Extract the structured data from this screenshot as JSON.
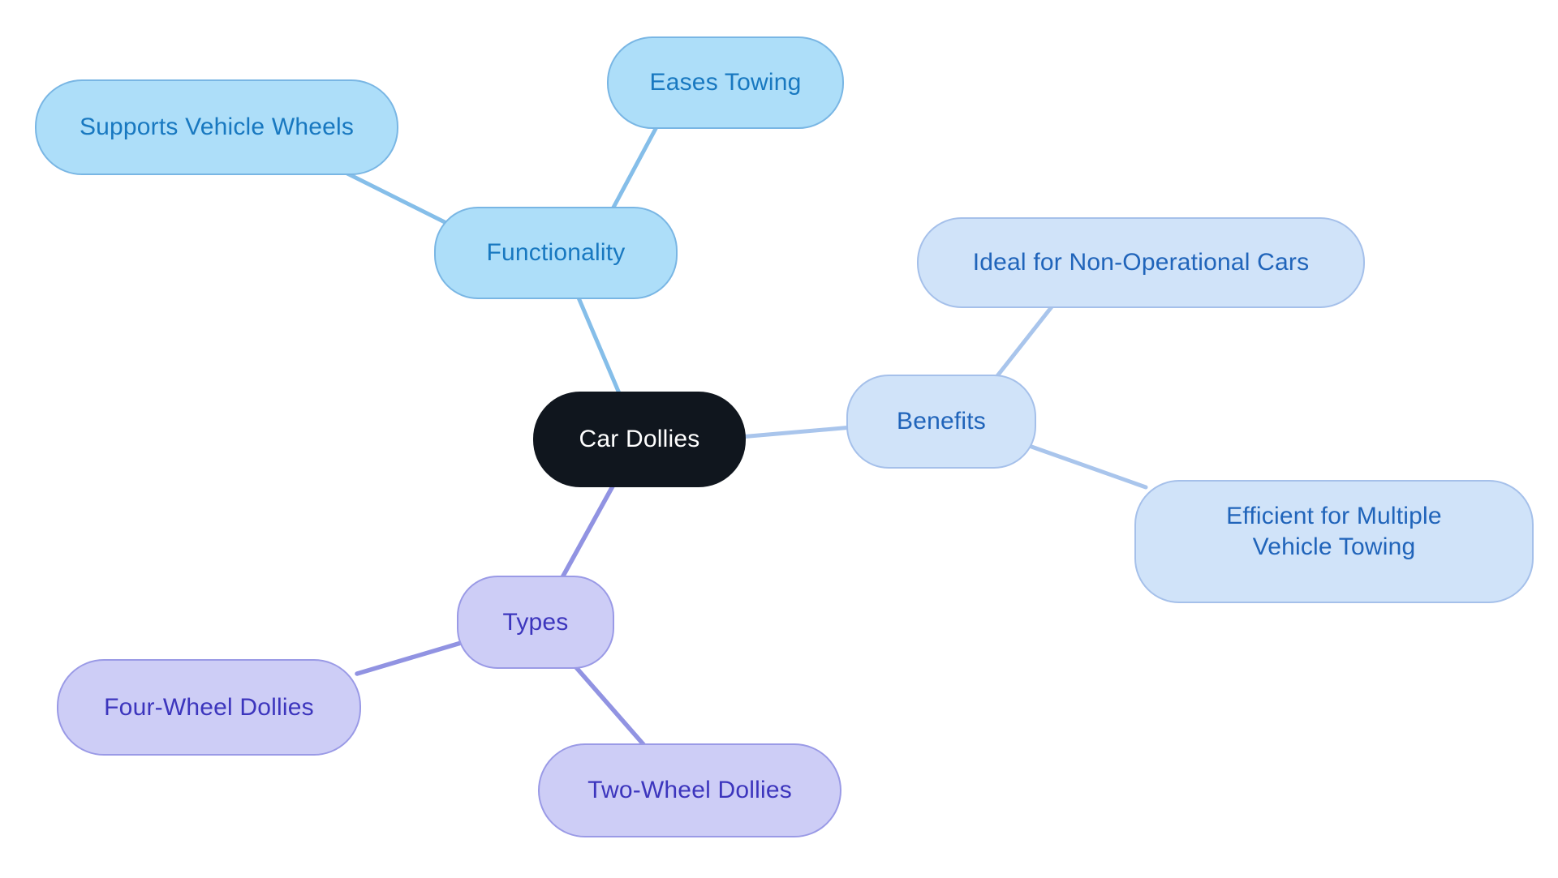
{
  "diagram": {
    "type": "mindmap",
    "background": "#ffffff",
    "center": {
      "label": "Car Dollies",
      "fill": "#10161e",
      "border": "#10161e",
      "text_color": "#ffffff"
    },
    "branches": [
      {
        "label": "Functionality",
        "fill": "#addef9",
        "border": "#79b6e4",
        "text_color": "#1878c0",
        "line_color": "#85bee9",
        "children": [
          {
            "label": "Supports Vehicle Wheels"
          },
          {
            "label": "Eases Towing"
          }
        ]
      },
      {
        "label": "Benefits",
        "fill": "#d0e3f9",
        "border": "#a5c0ea",
        "text_color": "#2064ba",
        "line_color": "#a9c5ec",
        "children": [
          {
            "label": "Ideal for Non-Operational Cars"
          },
          {
            "label": "Efficient for Multiple Vehicle Towing"
          }
        ]
      },
      {
        "label": "Types",
        "fill": "#cdcdf6",
        "border": "#9a9ae6",
        "text_color": "#3c35bd",
        "line_color": "#9193e2",
        "children": [
          {
            "label": "Four-Wheel Dollies"
          },
          {
            "label": "Two-Wheel Dollies"
          }
        ]
      }
    ]
  }
}
